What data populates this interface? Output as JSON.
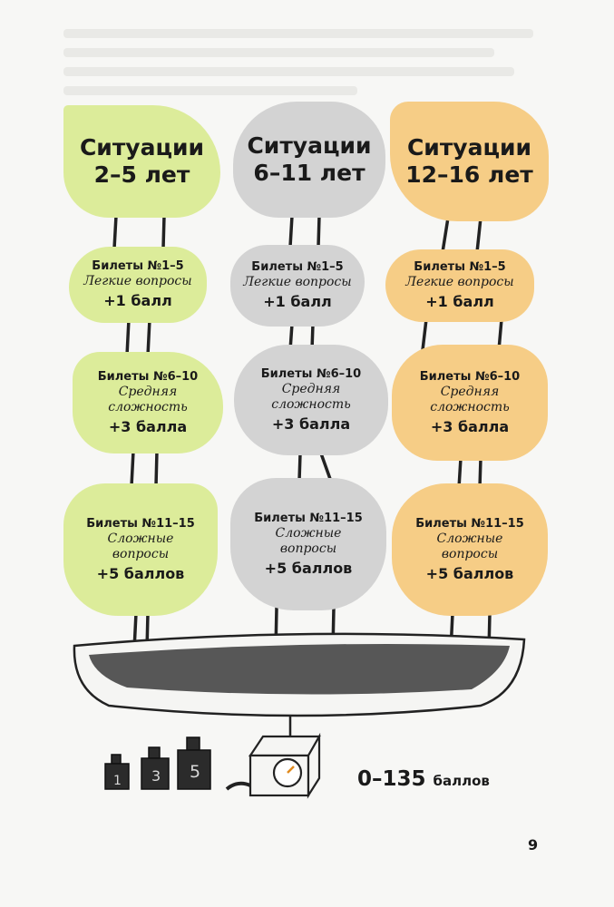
{
  "columns": [
    {
      "header_line1": "Ситуации",
      "header_line2": "2–5 лет",
      "color": "#dcec9a",
      "levels": [
        {
          "tickets": "Билеты №1–5",
          "desc1": "Легкие вопросы",
          "desc2": "",
          "points": "+1 балл"
        },
        {
          "tickets": "Билеты №6–10",
          "desc1": "Средняя",
          "desc2": "сложность",
          "points": "+3 балла"
        },
        {
          "tickets": "Билеты №11–15",
          "desc1": "Сложные",
          "desc2": "вопросы",
          "points": "+5 баллов"
        }
      ]
    },
    {
      "header_line1": "Ситуации",
      "header_line2": "6–11 лет",
      "color": "#d3d3d3",
      "levels": [
        {
          "tickets": "Билеты №1–5",
          "desc1": "Легкие вопросы",
          "desc2": "",
          "points": "+1 балл"
        },
        {
          "tickets": "Билеты №6–10",
          "desc1": "Средняя",
          "desc2": "сложность",
          "points": "+3 балла"
        },
        {
          "tickets": "Билеты №11–15",
          "desc1": "Сложные",
          "desc2": "вопросы",
          "points": "+5 баллов"
        }
      ]
    },
    {
      "header_line1": "Ситуации",
      "header_line2": "12–16 лет",
      "color": "#f6cd86",
      "levels": [
        {
          "tickets": "Билеты №1–5",
          "desc1": "Легкие вопросы",
          "desc2": "",
          "points": "+1 балл"
        },
        {
          "tickets": "Билеты №6–10",
          "desc1": "Средняя",
          "desc2": "сложность",
          "points": "+3 балла"
        },
        {
          "tickets": "Билеты №11–15",
          "desc1": "Сложные",
          "desc2": "вопросы",
          "points": "+5 баллов"
        }
      ]
    }
  ],
  "weights": [
    "1",
    "3",
    "5"
  ],
  "total": {
    "range": "0–135",
    "unit": "баллов"
  },
  "page_number": "9"
}
